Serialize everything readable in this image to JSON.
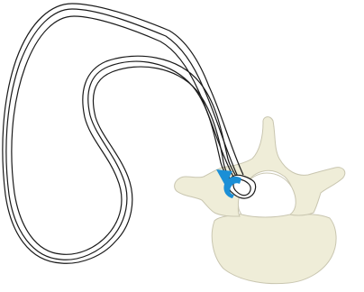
{
  "colors": {
    "background": "#ffffff",
    "band_outline": "#1a1a1a",
    "band_fill": "#ffffff",
    "bone_fill": "#efedd8",
    "bone_outline": "#c9c6b0",
    "arrow": "#1b8fd6"
  },
  "parts": {
    "band": "looped-band-sling",
    "vertebra": "vertebra-axial-view",
    "arrow": "blue-curved-arrow"
  }
}
